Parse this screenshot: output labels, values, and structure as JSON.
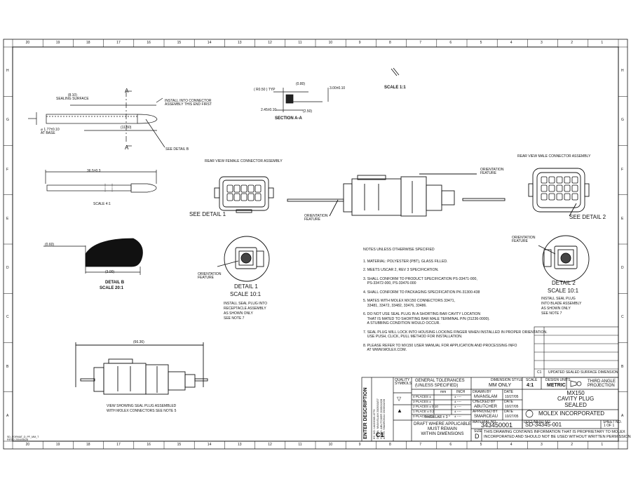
{
  "border": {
    "columns": [
      "20",
      "19",
      "18",
      "17",
      "16",
      "15",
      "14",
      "13",
      "12",
      "11",
      "10",
      "9",
      "8",
      "7",
      "6",
      "5",
      "4",
      "3",
      "2",
      "1"
    ],
    "rows": [
      "H",
      "G",
      "F",
      "E",
      "D",
      "C",
      "B",
      "A"
    ]
  },
  "top_left": {
    "label_a": "A",
    "sealing_surface": "(8.10)\nSEALING SURFACE",
    "install_note": "INSTALL INTO CONNECTOR\nASSEMBLY THIS END FIRST",
    "dim_dia": "⌀ 1.77±0.10\nAT BASE",
    "dim_length": "(11.50)",
    "see_detail_b": "SEE DETAIL B"
  },
  "section_aa": {
    "r_typ": "( R0.50 ) TYP",
    "d080": "(0.80)",
    "d300": "3.00±0.10",
    "d245": "2.45±0.10",
    "d250": "(2.50)",
    "title": "SECTION A-A"
  },
  "scale_11": "SCALE 1:1",
  "mid_left": {
    "dim": "36.5±0.3",
    "scale": "SCALE 4:1"
  },
  "detail_b": {
    "dim060": "(0.60)",
    "dim300": "(3.00)",
    "title": "DETAIL B",
    "scale": "SCALE 20:1"
  },
  "female": {
    "title": "REAR VIEW FEMALE CONNECTOR ASSEMBLY",
    "see_detail": "SEE DETAIL 1"
  },
  "male": {
    "title": "REAR VIEW MALE CONNECTOR ASSEMBLY",
    "see_detail": "SEE DETAIL 2"
  },
  "center": {
    "orientation_top": "ORIENTATION\nFEATURE",
    "orientation_bottom": "ORIENTATION\nFEATURE"
  },
  "detail1": {
    "orientation": "ORIENTATION\nFEATURE",
    "title": "DETAIL 1",
    "scale": "SCALE 10:1",
    "note": "INSTALL SEAL PLUG INTO\nRECEPTACLE ASSEMBLY\nAS SHOWN ONLY\nSEE NOTE 7"
  },
  "detail2": {
    "orientation": "ORIENTATION\nFEATURE",
    "title": "DETAIL 2",
    "scale": "SCALE 10:1",
    "note": "INSTALL SEAL PLUG\nINTO BLADE ASSEMBLY\nAS SHOWN ONLY\nSEE NOTE 7"
  },
  "notes": {
    "header": "NOTES UNLESS OTHERWISE SPECIFIED",
    "items": [
      "1. MATERIAL: POLYESTER (PBT), GLASS FILLED.",
      "2. MEETS USCAR 2, REV 3 SPECIFICATION.",
      "3. SHALL CONFORM TO PRODUCT SPECIFICATION PS-33471-000,\n    PS-33472-000, PS-33476-000",
      "4. SHALL CONFORM TO PACKAGING SPECIFICATION PK-31300-438",
      "5. MATES WITH MOLEX MX150 CONNECTORS 33471,\n    33481, 33472, 33482, 33476, 33486.",
      "6. DO NOT USE SEAL PLUG IN A SHORTING BAR CAVITY LOCATION\n    THAT IS MATED TO SHORTING BAR MALE TERMINAL P/N (31236-0000).\n    A STUBBING CONDITION WOULD OCCUR.",
      "7. SEAL PLUG WILL LOCK INTO HOUSING LOCKING FINGER WHEN INSTALLED IN PROPER ORIENTATION.\n    USE PUSH, CLICK, PULL METHOD FOR INSTALLATION.",
      "8. PLEASE REFER TO MX150 USER MANUAL FOR APPLICATION AND PROCESSING INFO\n    AT WWW.MOLEX.COM."
    ]
  },
  "bottom_left": {
    "dim": "(66.36)",
    "caption": "VIEW SHOWING SEAL PLUG ASSEMBLED\nWITH MOLEX CONNECTORS SEE NOTE 5"
  },
  "revision": {
    "rev": "C1",
    "desc": "UPDATED SEALED SURFACE DIMENSION"
  },
  "title_block": {
    "enter_description": "ENTER DESCRIPTION",
    "quality_symbols": "QUALITY\nSYMBOLS",
    "general_tol": "GENERAL TOLERANCES\n(UNLESS SPECIFIED)",
    "mm": "mm",
    "inch": "INCH",
    "places": [
      "4 PLACES ±",
      "3 PLACES ±",
      "2 PLACES ± 0.10",
      "1 PLACE ± 0.2",
      "0 PLACE ± 0.5"
    ],
    "inch_vals": [
      "± ----",
      "± ----",
      "± ----",
      "± ----",
      "± ----"
    ],
    "angular": "ANGULAR ± 3 °",
    "draft": "DRAFT WHERE APPLICABLE\nMUST REMAIN\nWITHIN DIMENSIONS",
    "dimension_style": "DIMENSION STYLE",
    "mm_only": "MM ONLY",
    "drawn_by_label": "DRAWN BY",
    "drawn_by": "MVANSLAM",
    "drawn_date": "10/27/05",
    "checked_by_label": "CHECKED BY",
    "checked_by": "ABUTCHER",
    "checked_date": "10/27/05",
    "approved_by_label": "APPROVED BY",
    "approved_by": "SMARCEAU",
    "approved_date": "10/27/05",
    "date_label": "DATE",
    "material_no_label": "MATERIAL NO.",
    "material_no": "343450001",
    "scale_label": "SCALE",
    "scale": "4:1",
    "design_units_label": "DESIGN UNITS",
    "design_units": "METRIC",
    "projection": "THIRD ANGLE\nPROJECTION",
    "title": "MX150\nCAVITY PLUG\nSEALED",
    "company": "MOLEX INCORPORATED",
    "document_no_label": "DOCUMENT NO.",
    "document_no": "SD-34345-001",
    "sheet_label": "SHEET NO.",
    "sheet": "1 OF 1",
    "size_label": "SIZE",
    "size": "D",
    "proprietary": "THIS DRAWING CONTAINS INFORMATION THAT IS PROPRIETARY TO MOLEX\nINCORPORATED AND SHOULD NOT BE USED WITHOUT WRITTEN PERMISSION",
    "rev_label": "REV",
    "rev_col": "C1",
    "history": [
      "EC NO: UAD2005-0779",
      "DRWN: MVANSLAM 2005/10/27",
      "CHK'D: ABUTCHER 2005/10/28",
      "APPR: SMARCEAU 2005/10/28"
    ]
  },
  "corner_code": "SD_FORMAT_D_PF_MM_T\nREV D 2004/06/28"
}
